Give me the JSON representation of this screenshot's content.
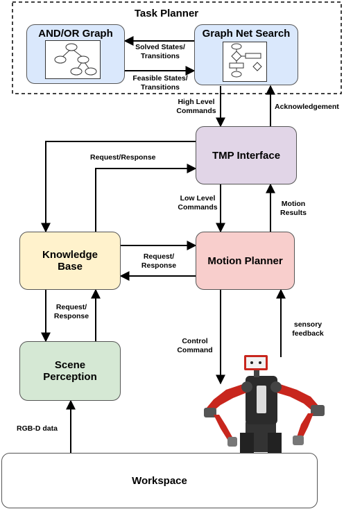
{
  "task_planner": {
    "title": "Task Planner",
    "and_or_graph": "AND/OR Graph",
    "graph_net_search": "Graph Net Search",
    "solved_label": "Solved States/ Transitions",
    "feasible_label": "Feasible States/ Transitions"
  },
  "modules": {
    "tmp_interface": "TMP Interface",
    "knowledge_base": "Knowledge Base",
    "motion_planner": "Motion Planner",
    "scene_perception": "Scene Perception",
    "workspace": "Workspace"
  },
  "edges": {
    "high_level": "High Level Commands",
    "acknowledgement": "Acknowledgement",
    "request_response_top": "Request/Response",
    "low_level": "Low Level Commands",
    "motion_results": "Motion Results",
    "request_response_mid": "Request/ Response",
    "request_response_kb": "Request/ Response",
    "control_command": "Control Command",
    "sensory_feedback": "sensory feedback",
    "rgbd": "RGB-D data"
  },
  "colors": {
    "and_or_fill": "#dae8fc",
    "tmp_fill": "#e1d5e7",
    "kb_fill": "#fff2cc",
    "motion_fill": "#f8cecc",
    "scene_fill": "#d5e8d4",
    "workspace_fill": "#ffffff",
    "robot_red": "#c8261d"
  }
}
